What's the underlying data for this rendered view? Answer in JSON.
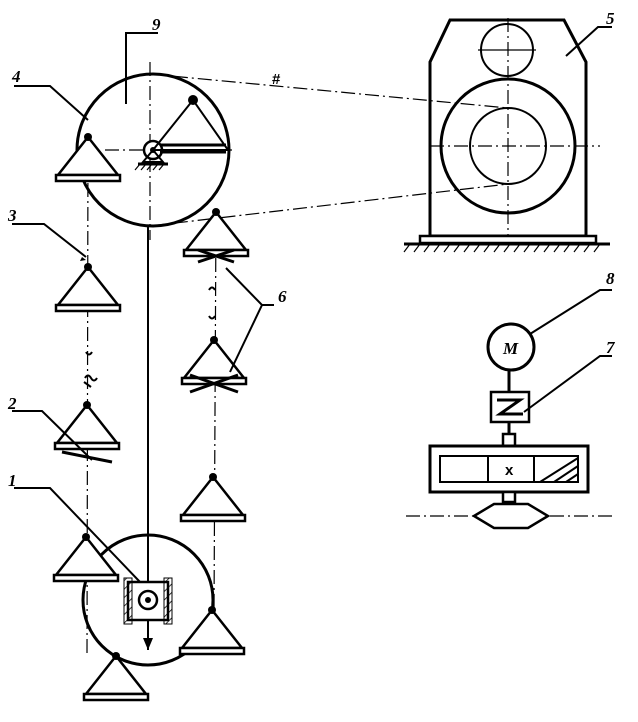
{
  "labels": {
    "l1": "1",
    "l2": "2",
    "l3": "3",
    "l4": "4",
    "l5": "5",
    "l6": "6",
    "l7": "7",
    "l8": "8",
    "l9": "9",
    "motor": "M",
    "belt_mark": "#",
    "gear_mark": "x"
  }
}
